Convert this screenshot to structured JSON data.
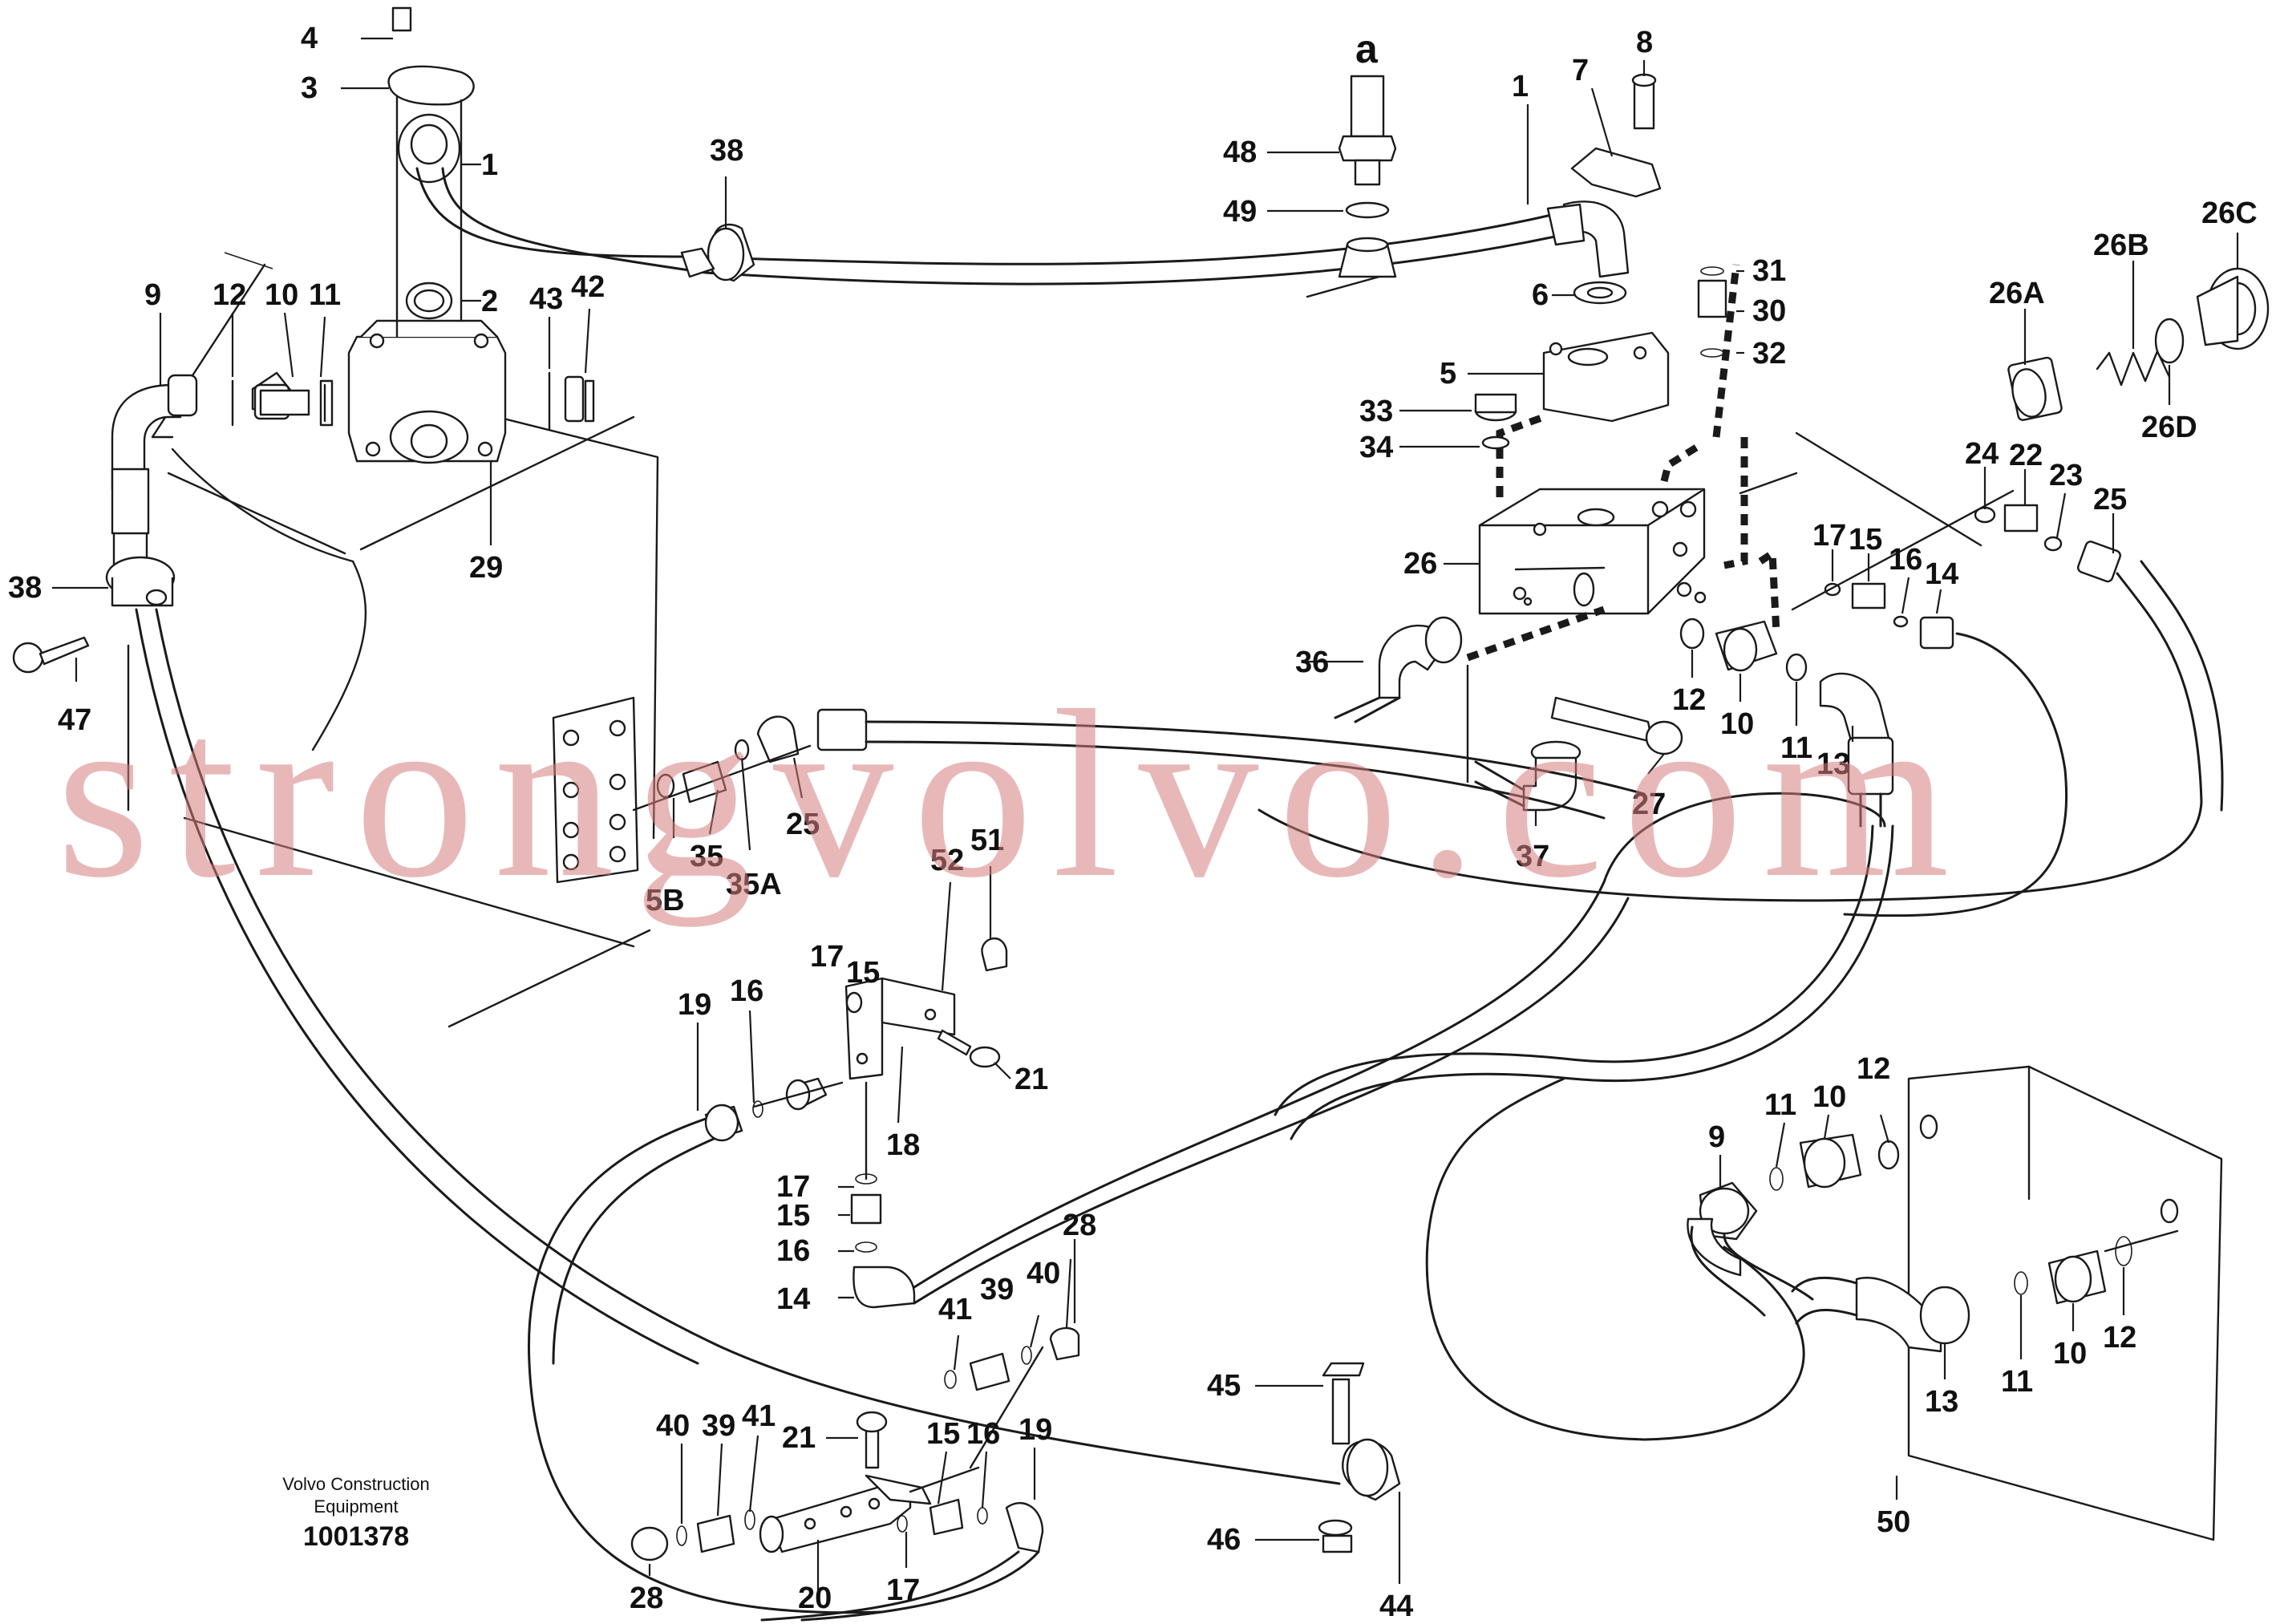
{
  "diagram": {
    "brand_line1": "Volvo Construction",
    "brand_line2": "Equipment",
    "drawing_number": "1001378",
    "watermark": "strongvolvo.com"
  },
  "callouts": {
    "p1": "1",
    "p2": "2",
    "p3": "3",
    "p4": "4",
    "p5": "5",
    "p6": "6",
    "p7": "7",
    "p8": "8",
    "p9": "9",
    "p10": "10",
    "p11": "11",
    "p12": "12",
    "p13": "13",
    "p14": "14",
    "p15": "15",
    "p16": "16",
    "p17": "17",
    "p18": "18",
    "p19": "19",
    "p20": "20",
    "p21": "21",
    "p25": "25",
    "p26": "26",
    "p26A": "26A",
    "p26B": "26B",
    "p26C": "26C",
    "p26D": "26D",
    "p27": "27",
    "p28": "28",
    "p29": "29",
    "p30": "30",
    "p31": "31",
    "p32": "32",
    "p33": "33",
    "p34": "34",
    "p35": "35",
    "p35A": "35A",
    "p35B": "5B",
    "p36": "36",
    "p37": "37",
    "p38": "38",
    "p39": "39",
    "p40": "40",
    "p41": "41",
    "p42": "42",
    "p43": "43",
    "p44": "44",
    "p45": "45",
    "p46": "46",
    "p47": "47",
    "p48": "48",
    "p49": "49",
    "p50": "50",
    "p51": "51",
    "p52": "52",
    "p22": "22",
    "p23": "23",
    "p24": "24",
    "pa": "a",
    "p15b": "15"
  }
}
